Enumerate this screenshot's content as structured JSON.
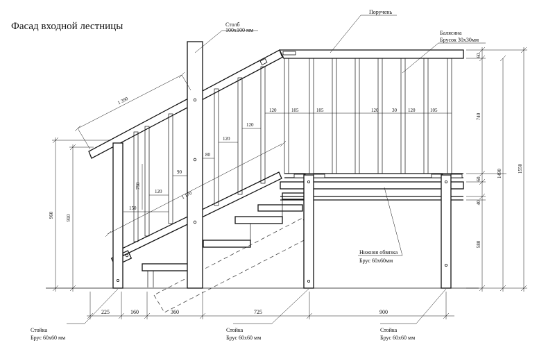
{
  "title": "Фасад входной лестницы",
  "labels": {
    "post_top": {
      "line1": "Столб",
      "line2": "100х100 мм"
    },
    "handrail": "Поручень",
    "baluster": {
      "line1": "Балясина",
      "line2": "Брусок 30х30мм"
    },
    "bottom_frame": {
      "line1": "Нижняя обвязка",
      "line2": "Брус 60х60мм"
    },
    "stoyka_left": {
      "line1": "Стойка",
      "line2": "Брус 60х60 мм"
    },
    "stoyka_mid": {
      "line1": "Стойка",
      "line2": "Брус 60х60 мм"
    },
    "stoyka_right": {
      "line1": "Стойка",
      "line2": "Брус 60х60 мм"
    }
  },
  "dimensions": {
    "bottom": [
      "225",
      "160",
      "360",
      "725",
      "900"
    ],
    "left_heights": [
      "960",
      "910"
    ],
    "right_heights": [
      "60",
      "740",
      "60",
      "40",
      "580",
      "1490",
      "1550"
    ],
    "incline": [
      "1 390",
      "1 170"
    ],
    "stair_rail": [
      "150",
      "120",
      "90",
      "750",
      "80",
      "120",
      "120"
    ],
    "top_gaps": [
      "120",
      "105",
      "105",
      "120",
      "30",
      "120",
      "105"
    ]
  }
}
